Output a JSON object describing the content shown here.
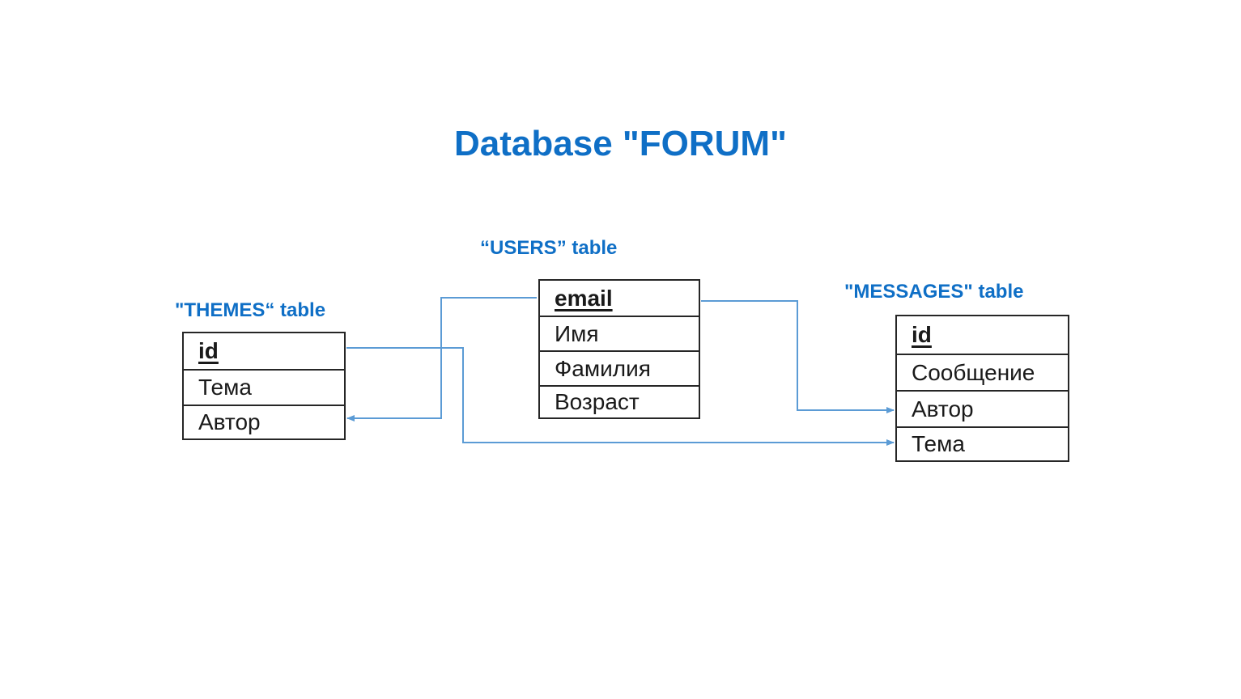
{
  "title": "Database \"FORUM\"",
  "colors": {
    "accent": "#0f6fc6",
    "connector": "#5b9bd5",
    "border": "#262626"
  },
  "tables": {
    "themes": {
      "label": "\"THEMES“ table",
      "fields": [
        "id",
        "Тема",
        "Автор"
      ]
    },
    "users": {
      "label": "“USERS” table",
      "fields": [
        "email",
        "Имя",
        "Фамилия",
        "Возраст"
      ]
    },
    "messages": {
      "label": "\"MESSAGES\" table",
      "fields": [
        "id",
        "Сообщение",
        "Автор",
        "Тема"
      ]
    }
  },
  "relations": [
    {
      "from": "users.email",
      "to": "themes.Автор"
    },
    {
      "from": "users.email",
      "to": "messages.Автор"
    },
    {
      "from": "themes.id",
      "to": "messages.Тема"
    }
  ]
}
